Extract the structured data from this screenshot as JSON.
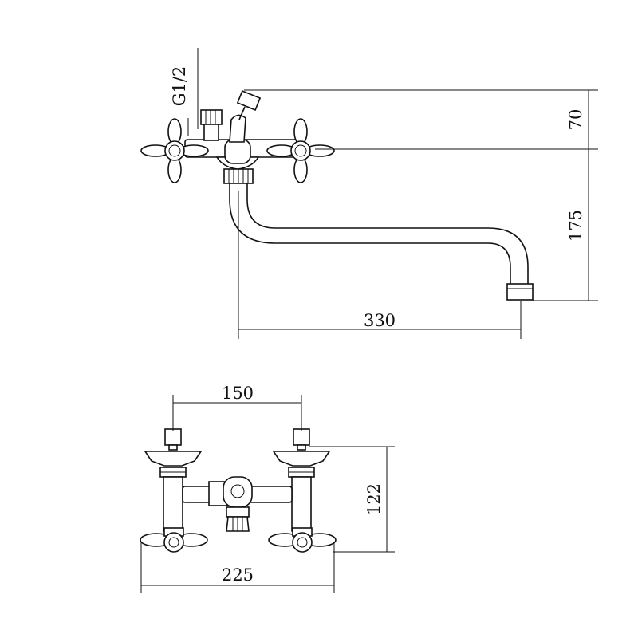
{
  "dimensions": {
    "thread": "G1/2",
    "handle_to_top": "70",
    "spout_drop": "175",
    "spout_reach": "330",
    "inlet_spacing": "150",
    "body_height": "122",
    "handle_span": "225"
  },
  "colors": {
    "line": "#111111",
    "background": "#ffffff"
  }
}
